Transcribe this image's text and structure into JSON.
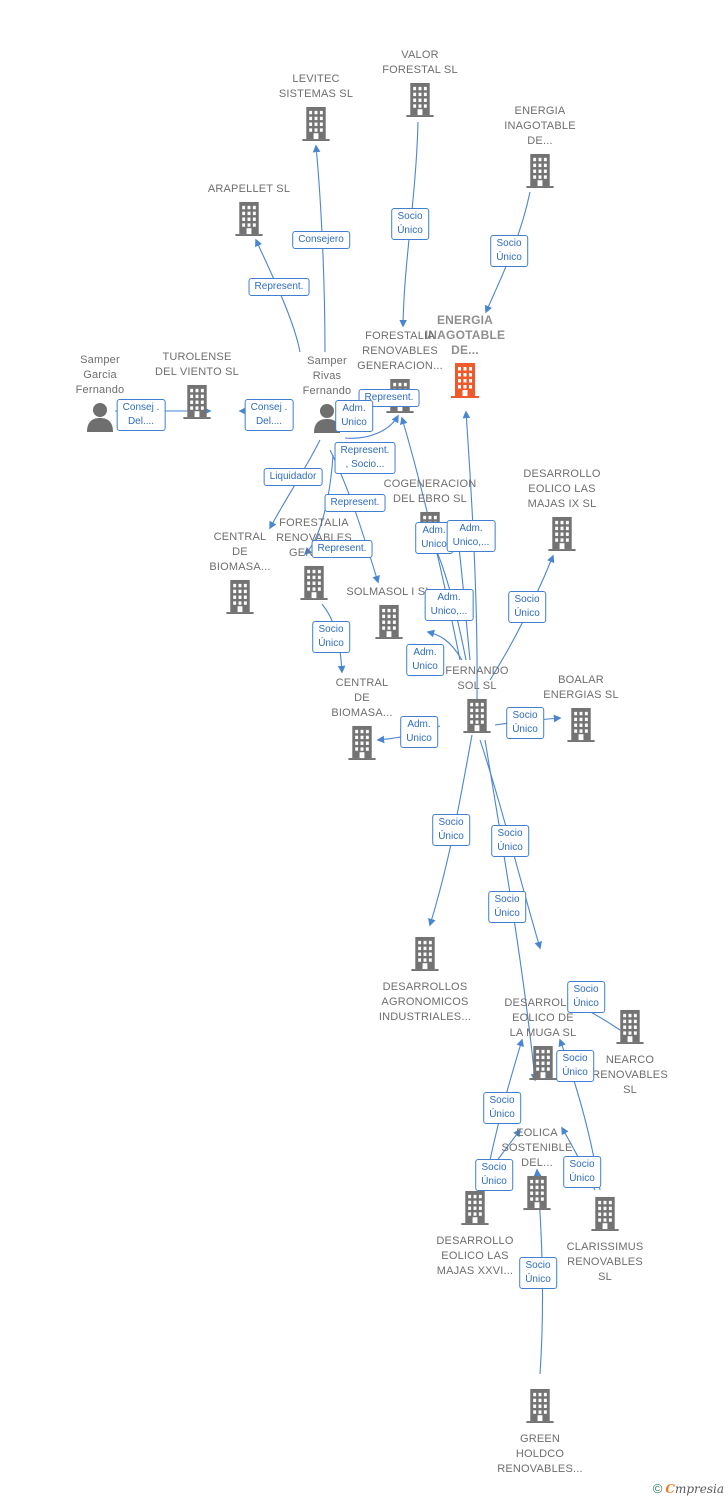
{
  "colors": {
    "company": "#737373",
    "focus": "#f05a2a",
    "person": "#6f6f6f",
    "edge": "#4a86d0",
    "edge_text": "#2f6cbf"
  },
  "nodes": [
    {
      "id": "valor",
      "type": "company",
      "label_lines": [
        "VALOR",
        "FORESTAL SL"
      ]
    },
    {
      "id": "levitec",
      "type": "company",
      "label_lines": [
        "LEVITEC",
        "SISTEMAS  SL"
      ]
    },
    {
      "id": "energia_top",
      "type": "company",
      "label_lines": [
        "ENERGIA",
        "INAGOTABLE",
        "DE..."
      ]
    },
    {
      "id": "arapellet",
      "type": "company",
      "label_lines": [
        "ARAPELLET  SL"
      ]
    },
    {
      "id": "energia_main",
      "type": "focus",
      "label_lines": [
        "ENERGIA",
        "INAGOTABLE",
        "DE..."
      ]
    },
    {
      "id": "forestalia1",
      "type": "company",
      "label_lines": [
        "FORESTALIA",
        "RENOVABLES",
        "GENERACION..."
      ]
    },
    {
      "id": "samper_garcia",
      "type": "person",
      "label_lines": [
        "Samper",
        "Garcia",
        "Fernando"
      ]
    },
    {
      "id": "turolense",
      "type": "company",
      "label_lines": [
        "TUROLENSE",
        "DEL VIENTO SL"
      ]
    },
    {
      "id": "samper_rivas",
      "type": "person",
      "label_lines": [
        "Samper",
        "Rivas",
        "Fernando"
      ]
    },
    {
      "id": "cogeneracion",
      "type": "company",
      "label_lines": [
        "COGENERACION",
        "DEL EBRO  SL"
      ]
    },
    {
      "id": "desarrollo_ix",
      "type": "company",
      "label_lines": [
        "DESARROLLO",
        "EOLICO LAS",
        "MAJAS IX  SL"
      ]
    },
    {
      "id": "central1",
      "type": "company",
      "label_lines": [
        "CENTRAL",
        "DE",
        "BIOMASA..."
      ]
    },
    {
      "id": "forestalia2",
      "type": "company",
      "label_lines": [
        "FORESTALIA",
        "RENOVABLES",
        "GENER..."
      ]
    },
    {
      "id": "solmasol",
      "type": "company",
      "label_lines": [
        "SOLMASOL I SL"
      ]
    },
    {
      "id": "fernando_sol",
      "type": "company",
      "label_lines": [
        "FERNANDO",
        "SOL SL"
      ]
    },
    {
      "id": "boalar",
      "type": "company",
      "label_lines": [
        "BOALAR",
        "ENERGIAS  SL"
      ]
    },
    {
      "id": "central2",
      "type": "company",
      "label_lines": [
        "CENTRAL",
        "DE",
        "BIOMASA..."
      ]
    },
    {
      "id": "desarrollos_agro",
      "type": "company",
      "label_lines": [
        "DESARROLLOS",
        "AGRONOMICOS",
        "INDUSTRIALES..."
      ]
    },
    {
      "id": "muga",
      "type": "company",
      "label_lines": [
        "DESARROLLO",
        "EOLICO DE",
        "LA MUGA SL"
      ]
    },
    {
      "id": "nearco",
      "type": "company",
      "label_lines": [
        "NEARCO",
        "RENOVABLES",
        "SL"
      ]
    },
    {
      "id": "eolica",
      "type": "company",
      "label_lines": [
        "EOLICA",
        "SOSTENIBLE",
        "DEL..."
      ]
    },
    {
      "id": "desarrollo_xxvi",
      "type": "company",
      "label_lines": [
        "DESARROLLO",
        "EOLICO LAS",
        "MAJAS XXVI..."
      ]
    },
    {
      "id": "clarissimus",
      "type": "company",
      "label_lines": [
        "CLARISSIMUS",
        "RENOVABLES",
        "SL"
      ]
    },
    {
      "id": "green",
      "type": "company",
      "label_lines": [
        "GREEN",
        "HOLDCO",
        "RENOVABLES..."
      ]
    }
  ],
  "edges": [
    {
      "from": "valor",
      "to": "forestalia1",
      "label_lines": [
        "Socio",
        "Único"
      ]
    },
    {
      "from": "energia_top",
      "to": "energia_main",
      "label_lines": [
        "Socio",
        "Único"
      ]
    },
    {
      "from": "samper_rivas",
      "to": "levitec",
      "label_lines": [
        "Consejero"
      ]
    },
    {
      "from": "samper_rivas",
      "to": "arapellet",
      "label_lines": [
        "Represent."
      ]
    },
    {
      "from": "samper_rivas",
      "to": "forestalia1",
      "label_lines": [
        "Represent."
      ]
    },
    {
      "from": "samper_garcia",
      "to": "turolense",
      "label_lines": [
        "Consej .",
        "Del...."
      ]
    },
    {
      "from": "samper_rivas",
      "to": "turolense",
      "label_lines": [
        "Consej .",
        "Del...."
      ]
    },
    {
      "from": "samper_rivas",
      "to": "forestalia1",
      "label_lines": [
        "Adm.",
        "Unico"
      ]
    },
    {
      "from": "samper_rivas",
      "to": "forestalia1",
      "label_lines": [
        "Represent.",
        ", Socio..."
      ]
    },
    {
      "from": "samper_rivas",
      "to": "forestalia2",
      "label_lines": [
        "Liquidador"
      ]
    },
    {
      "from": "samper_rivas",
      "to": "solmasol",
      "label_lines": [
        "Represent."
      ]
    },
    {
      "from": "samper_rivas",
      "to": "central1",
      "label_lines": [
        "Represent."
      ]
    },
    {
      "from": "fernando_sol",
      "to": "cogeneracion",
      "label_lines": [
        "Adm.",
        "Unico"
      ]
    },
    {
      "from": "fernando_sol",
      "to": "cogeneracion",
      "label_lines": [
        "Adm.",
        "Unico,..."
      ]
    },
    {
      "from": "fernando_sol",
      "to": "forestalia1",
      "label_lines": [
        "Adm.",
        "Unico,..."
      ]
    },
    {
      "from": "fernando_sol",
      "to": "desarrollo_ix",
      "label_lines": [
        "Socio",
        "Único"
      ]
    },
    {
      "from": "forestalia2",
      "to": "central2",
      "label_lines": [
        "Socio",
        "Único"
      ]
    },
    {
      "from": "fernando_sol",
      "to": "solmasol",
      "label_lines": [
        "Adm.",
        "Unico"
      ]
    },
    {
      "from": "fernando_sol",
      "to": "central2",
      "label_lines": [
        "Adm.",
        "Unico"
      ]
    },
    {
      "from": "fernando_sol",
      "to": "boalar",
      "label_lines": [
        "Socio",
        "Único"
      ]
    },
    {
      "from": "fernando_sol",
      "to": "energia_main",
      "label_lines": []
    },
    {
      "from": "fernando_sol",
      "to": "desarrollos_agro",
      "label_lines": [
        "Socio",
        "Único"
      ]
    },
    {
      "from": "fernando_sol",
      "to": "muga",
      "label_lines": [
        "Socio",
        "Único"
      ]
    },
    {
      "from": "fernando_sol",
      "to": "eolica",
      "label_lines": [
        "Socio",
        "Único"
      ]
    },
    {
      "from": "nearco",
      "to": "muga",
      "label_lines": [
        "Socio",
        "Único"
      ]
    },
    {
      "from": "clarissimus",
      "to": "muga",
      "label_lines": [
        "Socio",
        "Único"
      ]
    },
    {
      "from": "clarissimus",
      "to": "eolica",
      "label_lines": [
        "Socio",
        "Único"
      ]
    },
    {
      "from": "desarrollo_xxvi",
      "to": "muga",
      "label_lines": [
        "Socio",
        "Único"
      ]
    },
    {
      "from": "desarrollo_xxvi",
      "to": "eolica",
      "label_lines": [
        "Socio",
        "Único"
      ]
    },
    {
      "from": "green",
      "to": "eolica",
      "label_lines": [
        "Socio",
        "Único"
      ]
    }
  ],
  "footer": {
    "copyright_symbol": "©",
    "brand_initial": "C",
    "brand_rest": "mpresia"
  }
}
